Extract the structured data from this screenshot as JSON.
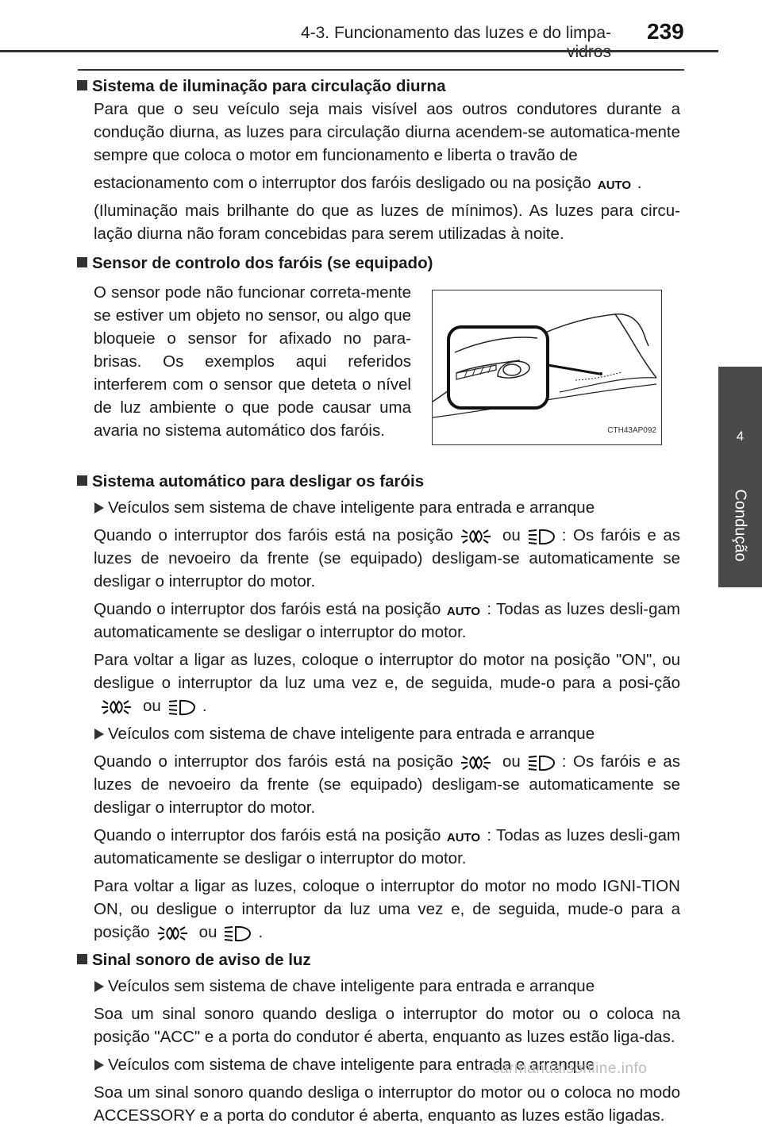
{
  "header": {
    "title": "4-3. Funcionamento das luzes e do limpa-vidros",
    "page_number": "239"
  },
  "side_tab": {
    "number": "4",
    "label": "Condução"
  },
  "icons": {
    "auto": "AUTO",
    "sidelight": "sidelight-switch-icon",
    "headlight": "headlight-switch-icon"
  },
  "sections": {
    "drl": {
      "heading": "Sistema de iluminação para circulação diurna",
      "p1": "Para que o seu veículo seja mais visível aos outros condutores durante a condução diurna, as luzes para circulação diurna acendem-se automatica-mente sempre que coloca o motor em funcionamento e liberta o travão de",
      "p2a": "estacionamento com o interruptor dos faróis desligado ou na posição",
      "p2b": ".",
      "p3": "(Iluminação mais brilhante do que as luzes de mínimos). As luzes para circu-lação diurna não foram concebidas para serem utilizadas à noite."
    },
    "sensor": {
      "heading": "Sensor de controlo dos faróis (se equipado)",
      "text": "O sensor pode não funcionar correta-mente se estiver um objeto no sensor, ou algo que bloqueie o sensor for afixado no para-brisas. Os exemplos aqui referidos interferem com o sensor que deteta o nível de luz ambiente o que pode causar uma avaria no sistema automático dos faróis.",
      "figure_code": "CTH43AP092"
    },
    "auto_off": {
      "heading": "Sistema automático para desligar os faróis",
      "sub1": "Veículos sem sistema de chave inteligente para entrada e arranque",
      "a1_pre": "Quando o interruptor dos faróis está na posição",
      "or": "ou",
      "a1_post": ": Os faróis e as luzes de nevoeiro da frente (se equipado) desligam-se automaticamente se desligar o interruptor do motor.",
      "a2_pre": "Quando o interruptor dos faróis está na posição",
      "a2_post": ": Todas as luzes desli-gam automaticamente se desligar o interruptor do motor.",
      "a3_pre": "Para voltar a ligar as luzes, coloque o interruptor do motor na posição \"ON\", ou desligue o interruptor da luz uma vez e, de seguida, mude-o para a posi-ção",
      "a3_post": ".",
      "sub2": "Veículos com sistema de chave inteligente para entrada e arranque",
      "b1_pre": "Quando o interruptor dos faróis está na posição",
      "b1_post": ": Os faróis e as luzes de nevoeiro da frente (se equipado) desligam-se automaticamente se desligar o interruptor do motor.",
      "b2_pre": "Quando o interruptor dos faróis está na posição",
      "b2_post": ": Todas as luzes desli-gam automaticamente se desligar o interruptor do motor.",
      "b3_pre": "Para voltar a ligar as luzes, coloque o interruptor do motor no modo IGNI-TION ON, ou desligue o interruptor da luz uma vez e, de seguida, mude-o para a posição",
      "b3_post": "."
    },
    "buzzer": {
      "heading": "Sinal sonoro de aviso de luz",
      "sub1": "Veículos sem sistema de chave inteligente para entrada e arranque",
      "c1": "Soa um sinal sonoro quando desliga o interruptor do motor ou o coloca na posição \"ACC\" e a porta do condutor é aberta, enquanto as luzes estão liga-das.",
      "sub2": "Veículos com sistema de chave inteligente para entrada e arranque",
      "c2": "Soa um sinal sonoro quando desliga o interruptor do motor ou o coloca no modo ACCESSORY e a porta do condutor é aberta, enquanto as luzes estão ligadas."
    }
  },
  "watermark": "carmanualsonline.info"
}
